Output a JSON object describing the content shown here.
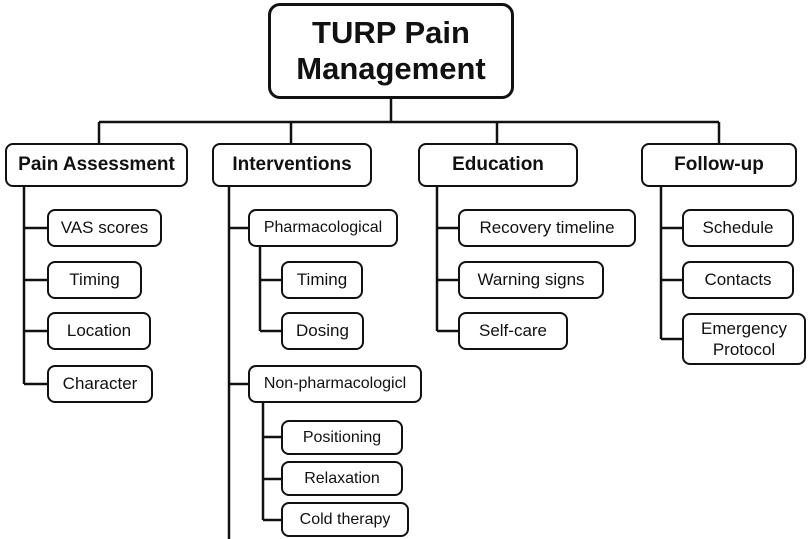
{
  "title": "TURP Pain\nManagement",
  "categories": [
    {
      "label": "Pain Assessment",
      "items": [
        "VAS scores",
        "Timing",
        "Location",
        "Character"
      ]
    },
    {
      "label": "Interventions",
      "groups": [
        {
          "label": "Pharmacological",
          "items": [
            "Timing",
            "Dosing"
          ]
        },
        {
          "label": "Non-pharmacologicl",
          "items": [
            "Positioning",
            "Relaxation",
            "Cold therapy"
          ]
        }
      ]
    },
    {
      "label": "Education",
      "items": [
        "Recovery timeline",
        "Warning signs",
        "Self-care"
      ]
    },
    {
      "label": "Follow-up",
      "items": [
        "Schedule",
        "Contacts",
        "Emergency Protocol"
      ]
    }
  ]
}
